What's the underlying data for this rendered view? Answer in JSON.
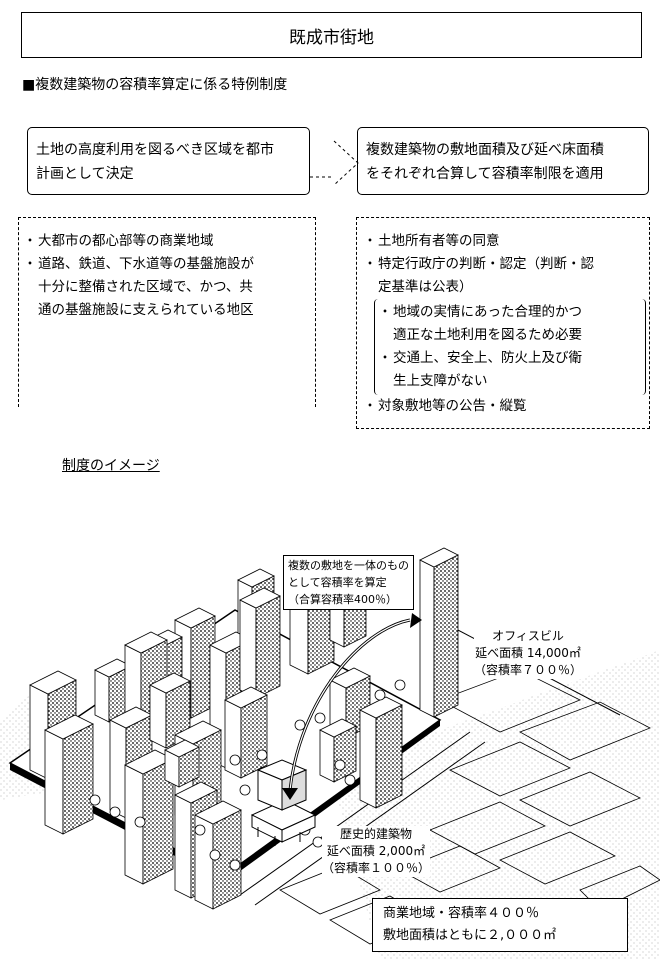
{
  "title": "既成市街地",
  "heading": "■複数建築物の容積率算定に係る特例制度",
  "left_box": {
    "line1": "土地の高度利用を図るべき区域を都市",
    "line2": "計画として決定"
  },
  "right_box": {
    "line1": "複数建築物の敷地面積及び延べ床面積",
    "line2": "をそれぞれ合算して容積率制限を適用"
  },
  "left_list": {
    "bullet": "・",
    "item1": "大都市の都心部等の商業地域",
    "item2_l1": "道路、鉄道、下水道等の基盤施設が",
    "item2_l2": "十分に整備された区域で、かつ、共",
    "item2_l3": "通の基盤施設に支えられている地区"
  },
  "right_list": {
    "bullet": "・",
    "item1": "土地所有者等の同意",
    "item2_l1": "特定行政庁の判断・認定（判断・認",
    "item2_l2": "定基準は公表）",
    "sub1_l1": "地域の実情にあった合理的かつ",
    "sub1_l2": "適正な土地利用を図るため必要",
    "sub2_l1": "交通上、安全上、防火上及び衛",
    "sub2_l2": "生上支障がない",
    "item3": "対象敷地等の公告・縦覧"
  },
  "caption": "制度のイメージ",
  "illustration": {
    "callout_l1": "複数の敷地を一体のもの",
    "callout_l2": "として容積率を算定",
    "callout_l3": "（合算容積率400％）",
    "office_l1": "オフィスビル",
    "office_l2": "延べ面積 14,000㎡",
    "office_l3": "（容積率７００％）",
    "hist_l1": "歴史的建築物",
    "hist_l2": "延べ面積 2,000㎡",
    "hist_l3": "（容積率１００％）"
  },
  "bottom_box": {
    "line1": "商業地域・容積率４００％",
    "line2": "敷地面積はともに２,０００㎡"
  }
}
